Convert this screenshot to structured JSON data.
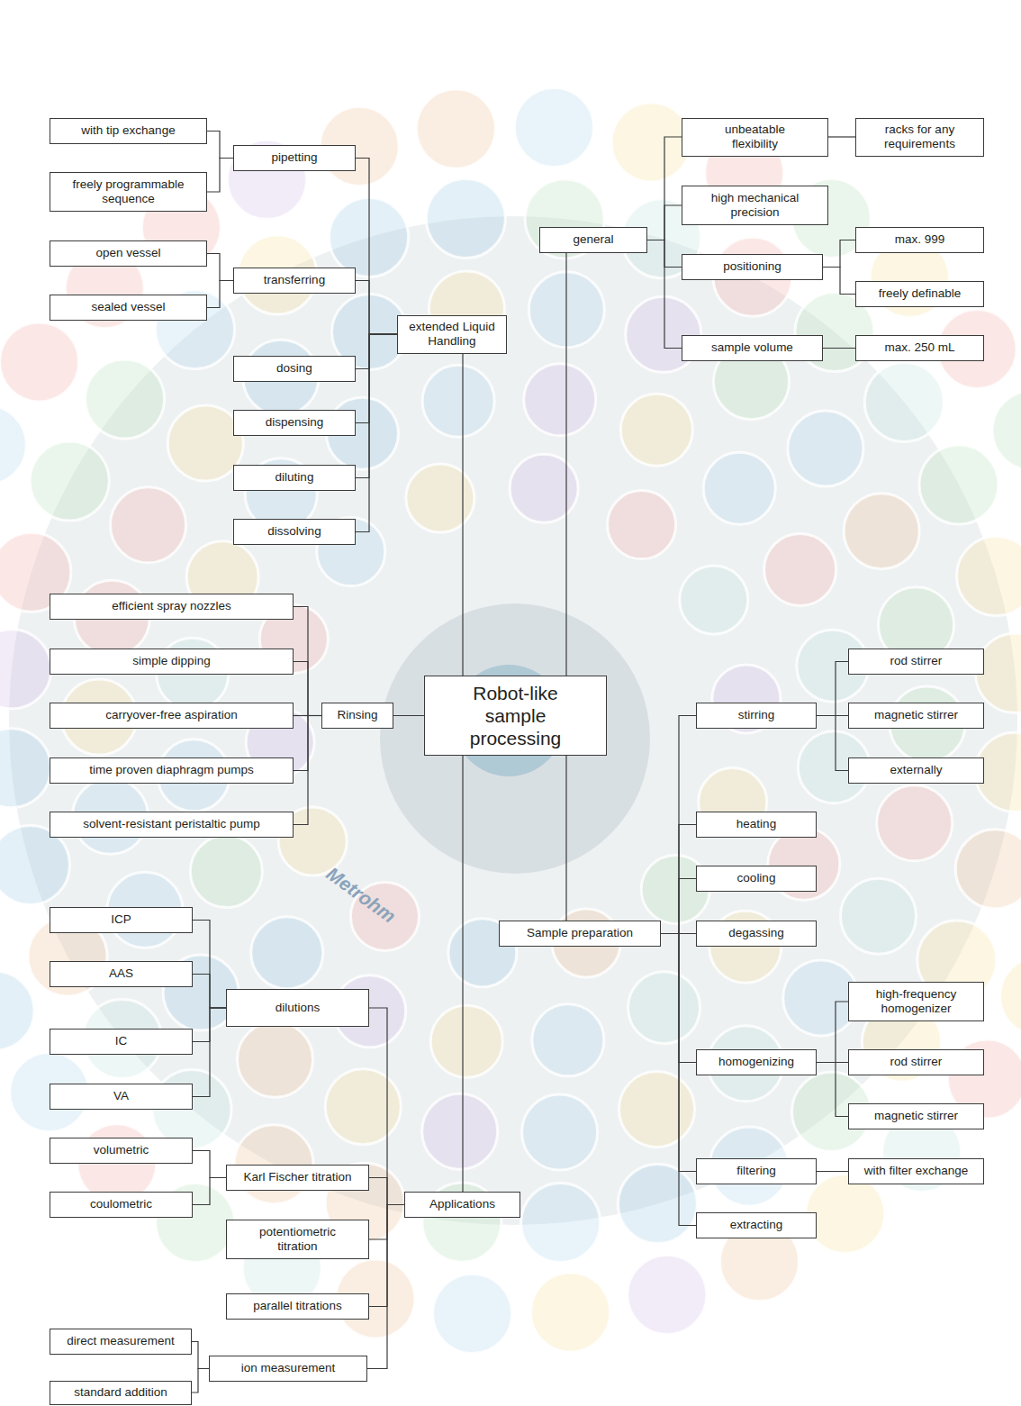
{
  "diagram": {
    "nodes": [
      {
        "text": [
          "with tip exchange"
        ]
      },
      {
        "text": [
          "freely programmable sequence"
        ]
      },
      {
        "text": [
          "pipetting"
        ]
      },
      {
        "text": [
          "open vessel"
        ]
      },
      {
        "text": [
          "sealed vessel"
        ]
      },
      {
        "text": [
          "transferring"
        ]
      },
      {
        "text": [
          "extended Liquid Handling"
        ]
      },
      {
        "text": [
          "dosing"
        ]
      },
      {
        "text": [
          "dispensing"
        ]
      },
      {
        "text": [
          "diluting"
        ]
      },
      {
        "text": [
          "dissolving"
        ]
      },
      {
        "text": [
          "unbeatable flexibility"
        ]
      },
      {
        "text": [
          "racks for any requirements"
        ]
      },
      {
        "text": [
          "high mechanical precision"
        ]
      },
      {
        "text": [
          "general"
        ]
      },
      {
        "text": [
          "positioning"
        ]
      },
      {
        "text": [
          "max. 999"
        ]
      },
      {
        "text": [
          "freely definable"
        ]
      },
      {
        "text": [
          "sample volume"
        ]
      },
      {
        "text": [
          "max. 250 mL"
        ]
      },
      {
        "text": [
          "efficient spray nozzles"
        ]
      },
      {
        "text": [
          "simple dipping"
        ]
      },
      {
        "text": [
          "carryover-free aspiration"
        ]
      },
      {
        "text": [
          "Rinsing"
        ]
      },
      {
        "text": [
          "Robot-like sample processing"
        ]
      },
      {
        "text": [
          "time proven diaphragm pumps"
        ]
      },
      {
        "text": [
          "solvent-resistant peristaltic pump"
        ]
      },
      {
        "text": [
          "stirring"
        ]
      },
      {
        "text": [
          "rod stirrer"
        ]
      },
      {
        "text": [
          "magnetic stirrer"
        ]
      },
      {
        "text": [
          "externally"
        ]
      },
      {
        "text": [
          "heating"
        ]
      },
      {
        "text": [
          "cooling"
        ]
      },
      {
        "text": [
          "Sample preparation"
        ]
      },
      {
        "text": [
          "degassing"
        ]
      },
      {
        "text": [
          "high-frequency homogenizer"
        ]
      },
      {
        "text": [
          "homogenizing"
        ]
      },
      {
        "text": [
          "rod stirrer"
        ]
      },
      {
        "text": [
          "magnetic stirrer"
        ]
      },
      {
        "text": [
          "filtering"
        ]
      },
      {
        "text": [
          "with filter exchange"
        ]
      },
      {
        "text": [
          "extracting"
        ]
      },
      {
        "text": [
          "ICP"
        ]
      },
      {
        "text": [
          "AAS"
        ]
      },
      {
        "text": [
          "dilutions"
        ]
      },
      {
        "text": [
          "IC"
        ]
      },
      {
        "text": [
          "VA"
        ]
      },
      {
        "text": [
          "volumetric"
        ]
      },
      {
        "text": [
          "Karl Fischer titration"
        ]
      },
      {
        "text": [
          "coulometric"
        ]
      },
      {
        "text": [
          "potentiometric titration"
        ]
      },
      {
        "text": [
          "Applications"
        ]
      },
      {
        "text": [
          "parallel titrations"
        ]
      },
      {
        "text": [
          "direct measurement"
        ]
      },
      {
        "text": [
          "ion measurement"
        ]
      },
      {
        "text": [
          "standard addition"
        ]
      }
    ],
    "edges": [
      {
        "from": 24,
        "to": 6,
        "arrow": "none"
      },
      {
        "from": 24,
        "to": 14,
        "arrow": "none"
      },
      {
        "from": 24,
        "to": 23,
        "arrow": "none"
      },
      {
        "from": 24,
        "to": 33,
        "arrow": "none"
      },
      {
        "from": 24,
        "to": 51,
        "arrow": "none"
      },
      {
        "from": 6,
        "to": 2,
        "arrow": "none"
      },
      {
        "from": 6,
        "to": 5,
        "arrow": "none"
      },
      {
        "from": 6,
        "to": 7,
        "arrow": "none"
      },
      {
        "from": 6,
        "to": 8,
        "arrow": "none"
      },
      {
        "from": 6,
        "to": 9,
        "arrow": "none"
      },
      {
        "from": 6,
        "to": 10,
        "arrow": "none"
      },
      {
        "from": 2,
        "to": 0,
        "arrow": "none"
      },
      {
        "from": 2,
        "to": 1,
        "arrow": "none"
      },
      {
        "from": 5,
        "to": 3,
        "arrow": "none"
      },
      {
        "from": 5,
        "to": 4,
        "arrow": "none"
      },
      {
        "from": 14,
        "to": 11,
        "arrow": "none"
      },
      {
        "from": 14,
        "to": 13,
        "arrow": "none"
      },
      {
        "from": 14,
        "to": 15,
        "arrow": "none"
      },
      {
        "from": 14,
        "to": 18,
        "arrow": "none"
      },
      {
        "from": 11,
        "to": 12,
        "arrow": "none"
      },
      {
        "from": 15,
        "to": 16,
        "arrow": "none"
      },
      {
        "from": 15,
        "to": 17,
        "arrow": "none"
      },
      {
        "from": 18,
        "to": 19,
        "arrow": "none"
      },
      {
        "from": 23,
        "to": 20,
        "arrow": "none"
      },
      {
        "from": 23,
        "to": 21,
        "arrow": "none"
      },
      {
        "from": 23,
        "to": 22,
        "arrow": "none"
      },
      {
        "from": 23,
        "to": 25,
        "arrow": "none"
      },
      {
        "from": 23,
        "to": 26,
        "arrow": "none"
      },
      {
        "from": 33,
        "to": 27,
        "arrow": "none"
      },
      {
        "from": 33,
        "to": 31,
        "arrow": "none"
      },
      {
        "from": 33,
        "to": 32,
        "arrow": "none"
      },
      {
        "from": 33,
        "to": 34,
        "arrow": "none"
      },
      {
        "from": 33,
        "to": 36,
        "arrow": "none"
      },
      {
        "from": 33,
        "to": 39,
        "arrow": "none"
      },
      {
        "from": 33,
        "to": 41,
        "arrow": "none"
      },
      {
        "from": 27,
        "to": 28,
        "arrow": "none"
      },
      {
        "from": 27,
        "to": 29,
        "arrow": "none"
      },
      {
        "from": 27,
        "to": 30,
        "arrow": "none"
      },
      {
        "from": 36,
        "to": 35,
        "arrow": "none"
      },
      {
        "from": 36,
        "to": 37,
        "arrow": "none"
      },
      {
        "from": 36,
        "to": 38,
        "arrow": "none"
      },
      {
        "from": 39,
        "to": 40,
        "arrow": "none"
      },
      {
        "from": 51,
        "to": 44,
        "arrow": "none"
      },
      {
        "from": 51,
        "to": 48,
        "arrow": "none"
      },
      {
        "from": 51,
        "to": 50,
        "arrow": "none"
      },
      {
        "from": 51,
        "to": 52,
        "arrow": "none"
      },
      {
        "from": 51,
        "to": 54,
        "arrow": "none"
      },
      {
        "from": 44,
        "to": 42,
        "arrow": "none"
      },
      {
        "from": 44,
        "to": 43,
        "arrow": "none"
      },
      {
        "from": 44,
        "to": 45,
        "arrow": "none"
      },
      {
        "from": 44,
        "to": 46,
        "arrow": "none"
      },
      {
        "from": 48,
        "to": 47,
        "arrow": "none"
      },
      {
        "from": 48,
        "to": 49,
        "arrow": "none"
      },
      {
        "from": 54,
        "to": 53,
        "arrow": "none"
      },
      {
        "from": 54,
        "to": 55,
        "arrow": "none"
      }
    ],
    "labels": [
      "Metrohm"
    ]
  }
}
